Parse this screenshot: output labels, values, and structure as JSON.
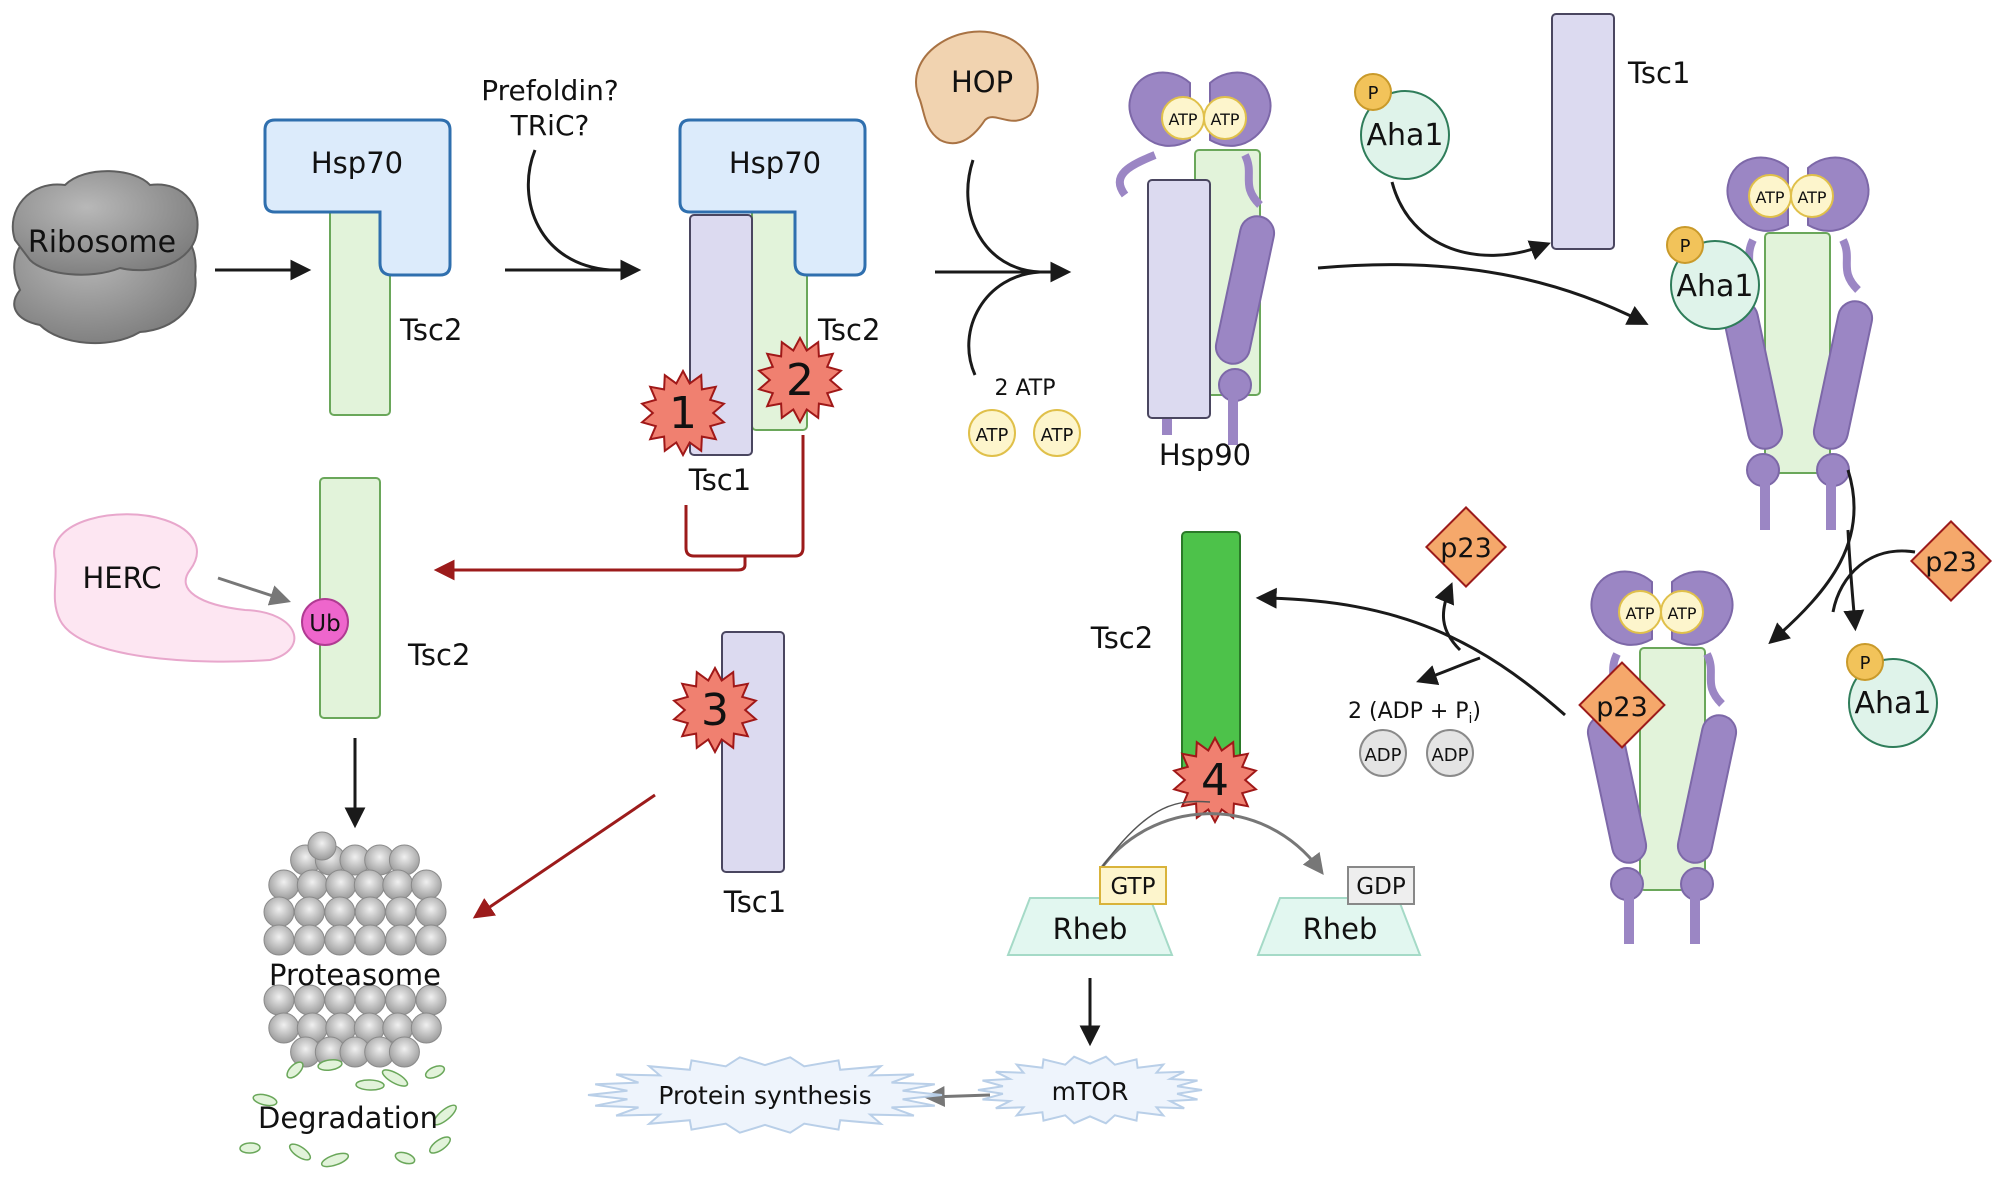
{
  "labels": {
    "ribosome": "Ribosome",
    "hsp70": "Hsp70",
    "tsc2": "Tsc2",
    "tsc1": "Tsc1",
    "prefoldin": "Prefoldin?",
    "tric": "TRiC?",
    "hop": "HOP",
    "atp": "ATP",
    "two_atp": "2 ATP",
    "hsp90": "Hsp90",
    "aha1": "Aha1",
    "p": "P",
    "p23": "p23",
    "herc": "HERC",
    "ub": "Ub",
    "proteasome": "Proteasome",
    "degradation": "Degradation",
    "adp": "ADP",
    "adp_pi": "2 (ADP + P",
    "adp_pi_sub": "i",
    "adp_pi_close": ")",
    "rheb": "Rheb",
    "gtp": "GTP",
    "gdp": "GDP",
    "mtor": "mTOR",
    "protein_synthesis": "Protein synthesis"
  },
  "markers": [
    "1",
    "2",
    "3",
    "4"
  ],
  "colors": {
    "hsp70_fill": "#dcebfb",
    "hsp70_stroke": "#2f6fae",
    "tsc2_fill": "#e2f3da",
    "tsc2_stroke": "#6aa75a",
    "tsc2_active": "#4dc24a",
    "tsc1_fill": "#dcdaf0",
    "tsc1_stroke": "#4a4660",
    "hsp90": "#9b86c4",
    "atp_fill": "#fdf5cc",
    "atp_stroke": "#e0c04a",
    "aha1_fill": "#dff3ea",
    "aha1_stroke": "#2f7d5a",
    "p_fill": "#f2c35a",
    "p23_fill": "#f5a86b",
    "p23_stroke": "#9c1b1b",
    "marker_fill": "#f08070",
    "marker_stroke": "#a01818",
    "degradation_arrow": "#9c1b1b",
    "ub_fill": "#ee66cc",
    "herc_fill": "#fde6f2",
    "rheb_fill": "#e2f7f0",
    "spike_fill": "#eef4fc"
  }
}
